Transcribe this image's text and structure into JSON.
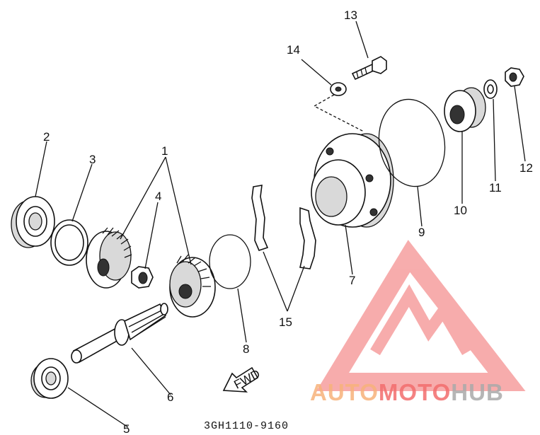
{
  "diagram": {
    "callouts": [
      "1",
      "2",
      "3",
      "4",
      "5",
      "6",
      "7",
      "8",
      "9",
      "10",
      "11",
      "12",
      "13",
      "14",
      "15"
    ],
    "fwd_label": "FWD",
    "part_code": "3GH1110-9160"
  },
  "watermark": {
    "part1": "AUTO",
    "part2": "MOTO",
    "part3": "HUB",
    "colors": {
      "part1": "#f7b27a",
      "part2": "#f26c6c",
      "part3": "#a9a9a9",
      "logo": "#f48a8a"
    }
  }
}
